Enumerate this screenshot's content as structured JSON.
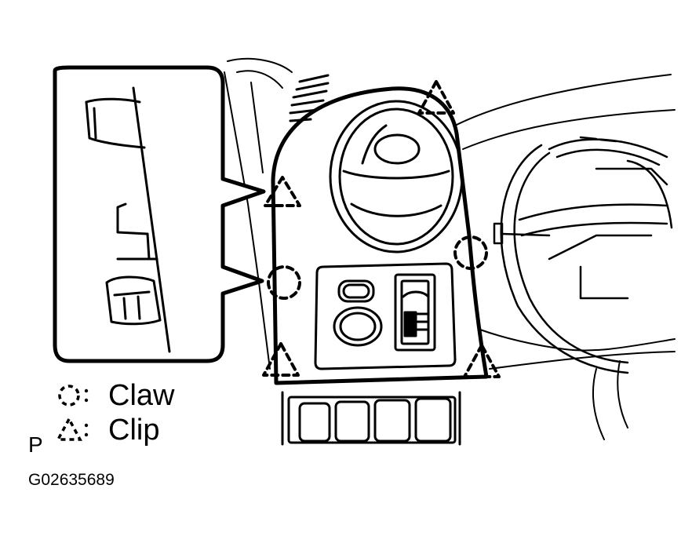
{
  "legend": {
    "claw_label": "Claw",
    "clip_label": "Clip",
    "claw_symbol": "dashed-circle",
    "clip_symbol": "dashed-triangle"
  },
  "view_mark": "P",
  "figure_code": "G02635689",
  "colors": {
    "line": "#000000",
    "background": "#ffffff"
  }
}
